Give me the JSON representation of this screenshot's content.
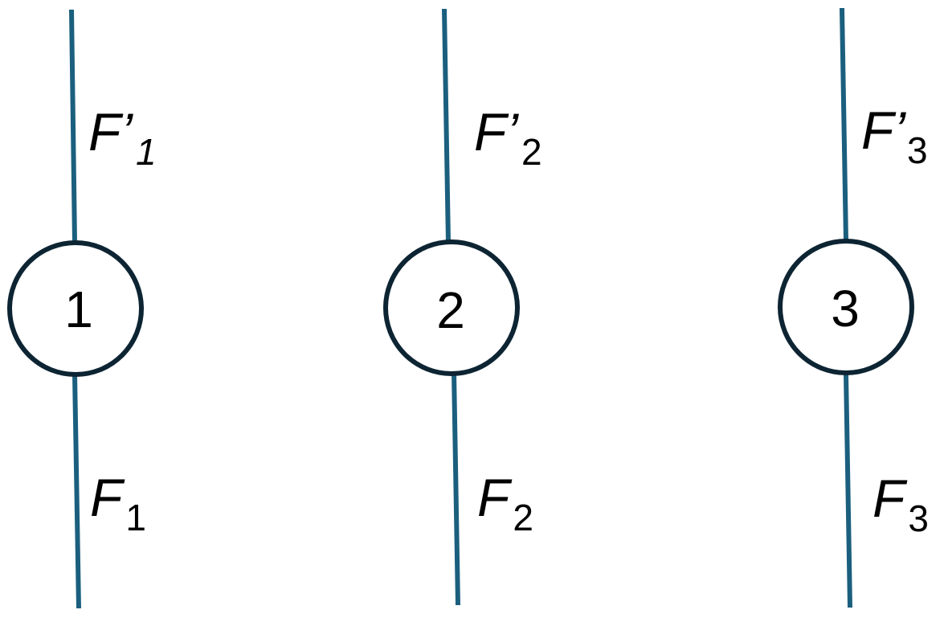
{
  "colors": {
    "wire": "#1b5f7e",
    "node_stroke": "#0d2433",
    "text": "#000000",
    "background": "#ffffff"
  },
  "nodes": [
    {
      "id": "1",
      "label": "1",
      "upper_main": "F’",
      "upper_sub": "1",
      "lower_main": "F",
      "lower_sub": "1"
    },
    {
      "id": "2",
      "label": "2",
      "upper_main": "F’",
      "upper_sub": "2",
      "lower_main": "F",
      "lower_sub": "2"
    },
    {
      "id": "3",
      "label": "3",
      "upper_main": "F’",
      "upper_sub": "3",
      "lower_main": "F",
      "lower_sub": "3"
    }
  ]
}
